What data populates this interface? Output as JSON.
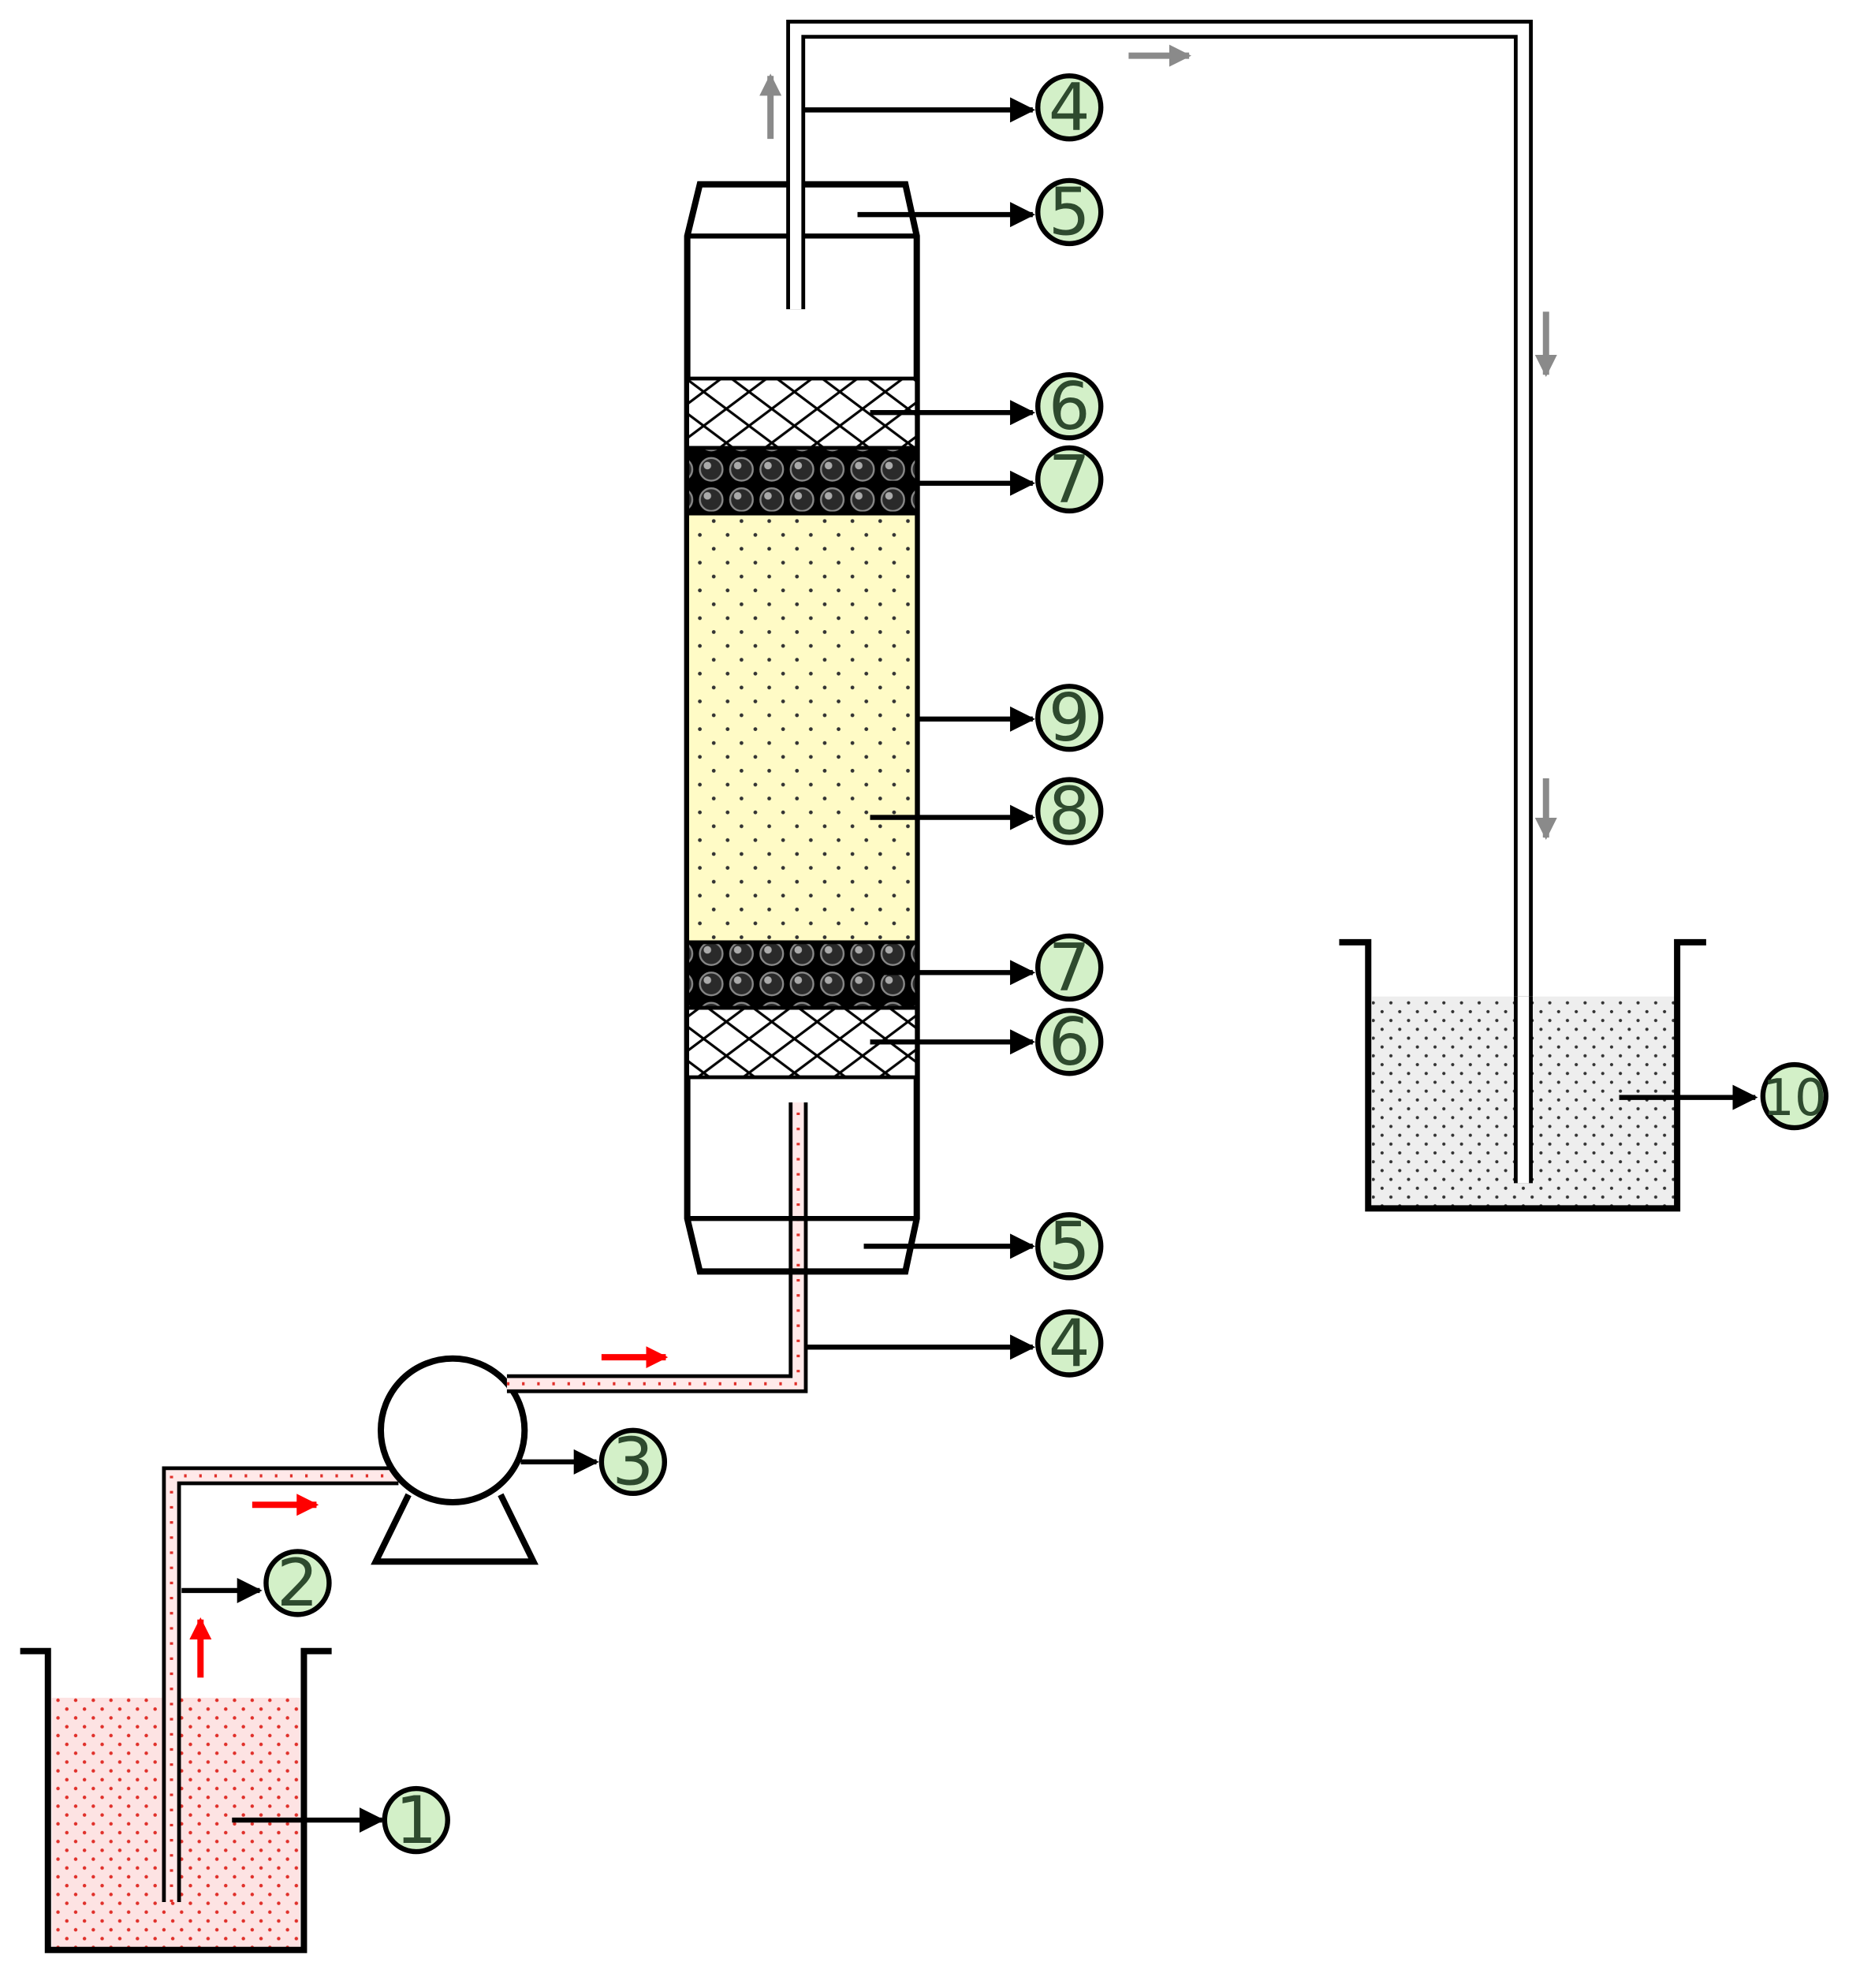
{
  "callouts": [
    {
      "id": "c1",
      "label": "1"
    },
    {
      "id": "c2",
      "label": "2"
    },
    {
      "id": "c3",
      "label": "3"
    },
    {
      "id": "c4-top",
      "label": "4"
    },
    {
      "id": "c4-bottom",
      "label": "4"
    },
    {
      "id": "c5-top",
      "label": "5"
    },
    {
      "id": "c5-bottom",
      "label": "5"
    },
    {
      "id": "c6-top",
      "label": "6"
    },
    {
      "id": "c6-bottom",
      "label": "6"
    },
    {
      "id": "c7-top",
      "label": "7"
    },
    {
      "id": "c7-bottom",
      "label": "7"
    },
    {
      "id": "c8",
      "label": "8"
    },
    {
      "id": "c9",
      "label": "9"
    },
    {
      "id": "c10",
      "label": "10"
    }
  ],
  "colors": {
    "feed_liquid": "#fde3e3",
    "feed_dots": "#e0302a",
    "packing_bed": "#fffbc6",
    "effluent_liquid": "#eeeeee",
    "callout_fill": "#d3f0c8",
    "flow_arrow_red": "#ff0000",
    "flow_arrow_grey": "#8a8a8a"
  }
}
